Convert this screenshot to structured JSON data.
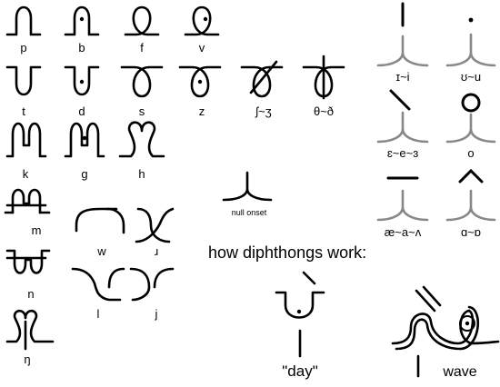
{
  "consonants": {
    "p": "p",
    "b": "b",
    "f": "f",
    "v": "v",
    "t": "t",
    "d": "d",
    "s": "s",
    "z": "z",
    "sh": "ʃ~ʒ",
    "th": "θ~ð",
    "k": "k",
    "g": "g",
    "h": "h",
    "m": "m",
    "n": "n",
    "ng": "ŋ",
    "w": "w",
    "r": "ɹ",
    "l": "l",
    "j": "j"
  },
  "null_onset": "null onset",
  "vowels": {
    "i": "ɪ~i",
    "u": "ʊ~u",
    "e": "ɛ~e~ɜ",
    "o": "o",
    "a": "æ~a~ʌ",
    "ao": "ɑ~ɒ"
  },
  "diphthongs": {
    "heading": "how diphthongs work:",
    "example1": "\"day\"",
    "example2": "wave"
  },
  "colors": {
    "ink": "#000000",
    "vowel_stem": "#888888",
    "background": "#ffffff"
  }
}
